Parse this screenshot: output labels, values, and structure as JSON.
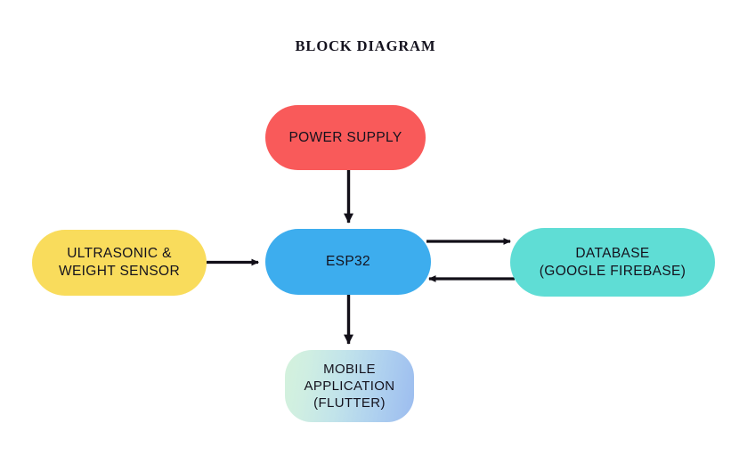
{
  "page": {
    "title": "BLOCK DIAGRAM",
    "background_color": "#ffffff"
  },
  "blocks": {
    "power_supply": {
      "label": "POWER SUPPLY",
      "color": "#f95a5a"
    },
    "sensor": {
      "label": "ULTRASONIC &\nWEIGHT SENSOR",
      "color": "#f9dc5c"
    },
    "esp32": {
      "label": "ESP32",
      "color": "#3dadee"
    },
    "database": {
      "label": "DATABASE\n(GOOGLE FIREBASE)",
      "color": "#5fddd5"
    },
    "mobile_app": {
      "label": "MOBILE\nAPPLICATION\n(FLUTTER)",
      "color_start": "#d4f2dc",
      "color_end": "#9cbcef"
    }
  },
  "connections": [
    {
      "name": "power-supply-to-esp32",
      "from": "power_supply",
      "to": "esp32",
      "direction": "down"
    },
    {
      "name": "sensor-to-esp32",
      "from": "sensor",
      "to": "esp32",
      "direction": "right"
    },
    {
      "name": "esp32-to-database",
      "from": "esp32",
      "to": "database",
      "direction": "right"
    },
    {
      "name": "database-to-esp32",
      "from": "database",
      "to": "esp32",
      "direction": "left"
    },
    {
      "name": "esp32-to-mobile-app",
      "from": "esp32",
      "to": "mobile_app",
      "direction": "down"
    }
  ],
  "arrow_color": "#120f18"
}
